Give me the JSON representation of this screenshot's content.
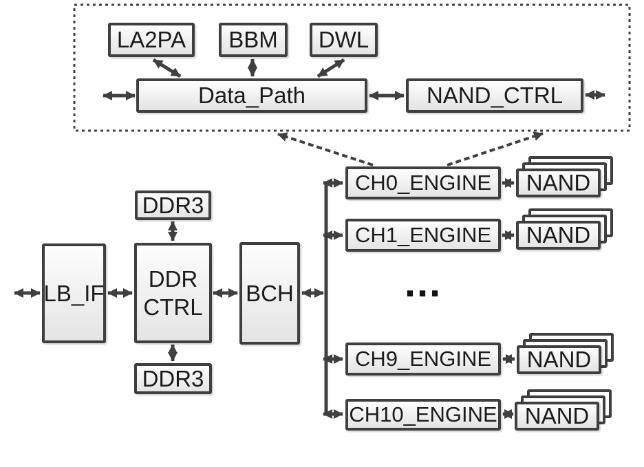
{
  "detail_block": {
    "la2pa": "LA2PA",
    "bbm": "BBM",
    "dwl": "DWL",
    "data_path": "Data_Path",
    "nand_ctrl": "NAND_CTRL"
  },
  "core_block": {
    "lb_if": "LB_IF",
    "ddr_ctrl": "DDR\nCTRL",
    "bch": "BCH",
    "ddr3_top": "DDR3",
    "ddr3_bottom": "DDR3",
    "ellipsis": "..."
  },
  "channels": [
    {
      "engine": "CH0_ENGINE",
      "memory": "NAND"
    },
    {
      "engine": "CH1_ENGINE",
      "memory": "NAND"
    },
    {
      "engine": "CH9_ENGINE",
      "memory": "NAND"
    },
    {
      "engine": "CH10_ENGINE",
      "memory": "NAND"
    }
  ],
  "colors": {
    "line": "#404040",
    "box_border": "#3f3f3f",
    "box_fill_top": "#ffffff",
    "box_fill_bottom": "#e4e4e4",
    "text": "#1c1c1c",
    "background": "#ffffff"
  }
}
